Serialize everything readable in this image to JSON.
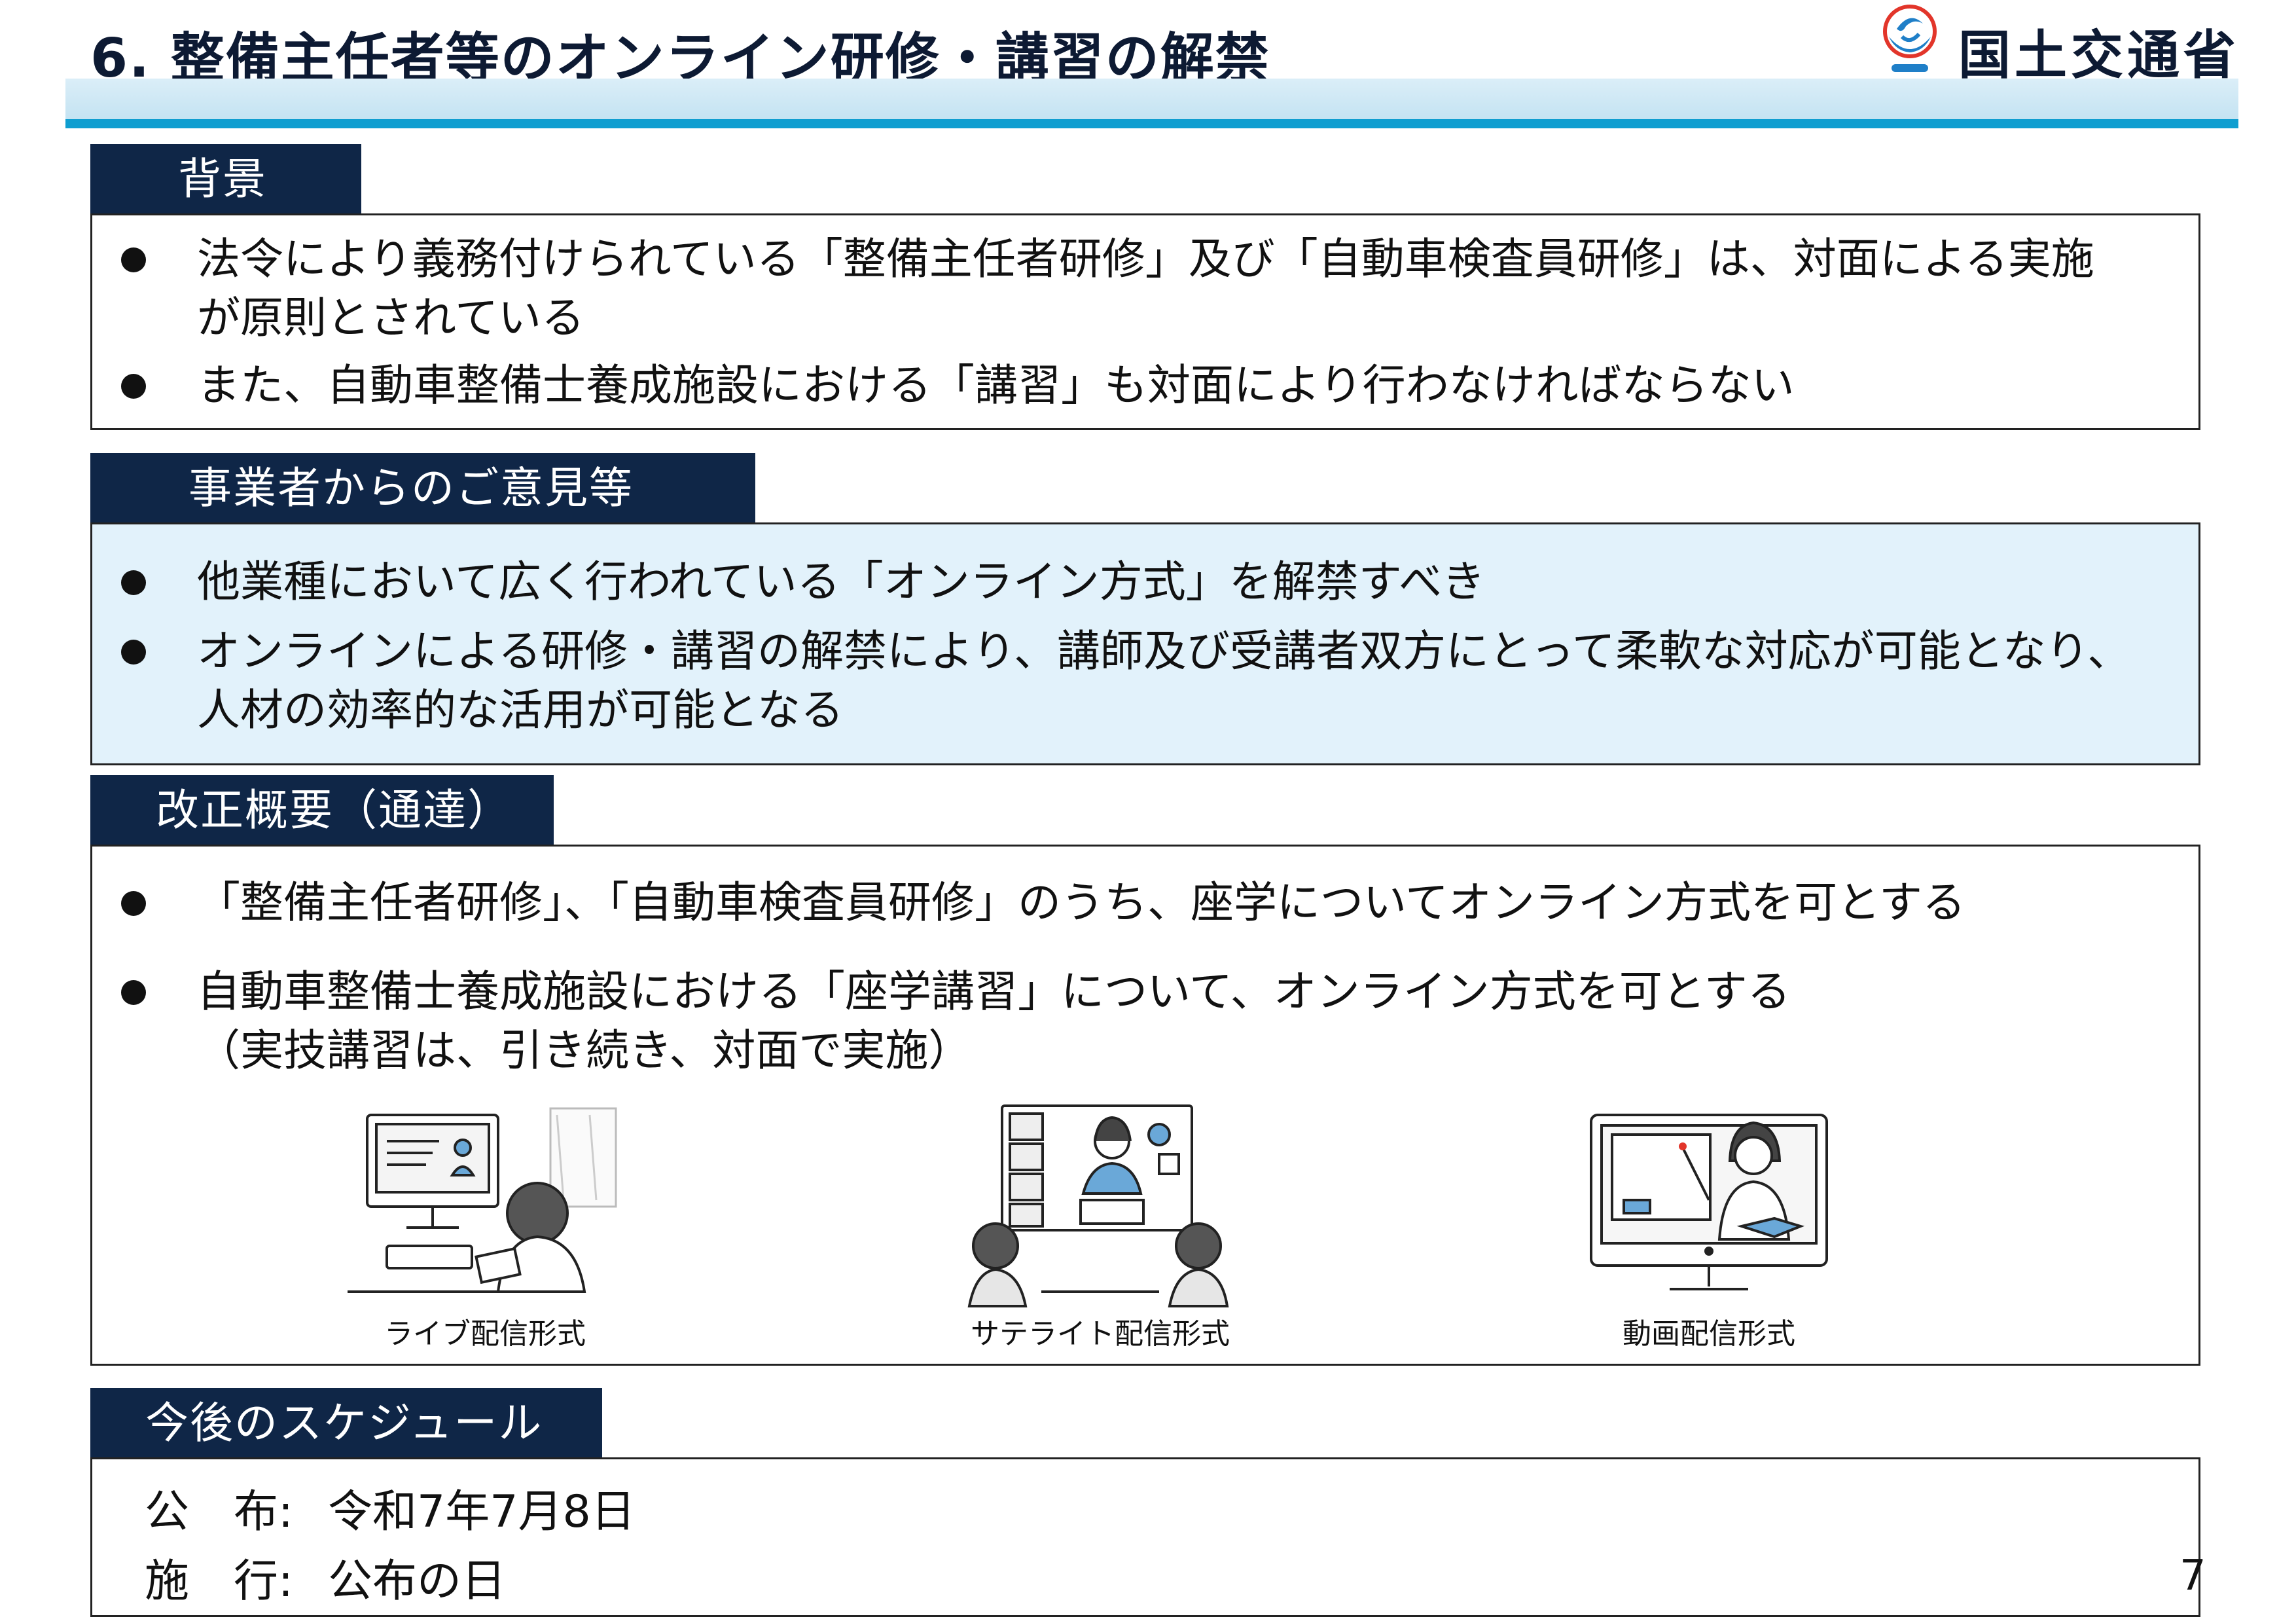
{
  "header": {
    "title": "6. 整備主任者等のオンライン研修・講習の解禁",
    "logo_text": "国土交通省",
    "logo_icon": "mlit-logo-icon"
  },
  "sections": {
    "background": {
      "label": "背景",
      "items": [
        [
          "法令により義務付けられている「整備主任者研修」及び「自動車検査員研修」は、対面による実施",
          "が原則とされている"
        ],
        [
          "また、自動車整備士養成施設における「講習」も対面により行わなければならない"
        ]
      ]
    },
    "opinions": {
      "label": "事業者からのご意見等",
      "items": [
        [
          "他業種において広く行われている「オンライン方式」を解禁すべき"
        ],
        [
          "オンラインによる研修・講習の解禁により、講師及び受講者双方にとって柔軟な対応が可能となり、",
          "人材の効率的な活用が可能となる"
        ]
      ]
    },
    "revision": {
      "label": "改正概要（通達）",
      "items": [
        [
          "「整備主任者研修」、「自動車検査員研修」のうち、座学についてオンライン方式を可とする"
        ],
        [
          "自動車整備士養成施設における「座学講習」について、オンライン方式を可とする",
          "（実技講習は、引き続き、対面で実施）"
        ]
      ],
      "illustrations": [
        {
          "caption": "ライブ配信形式",
          "icon": "live-streaming-illustration"
        },
        {
          "caption": "サテライト配信形式",
          "icon": "satellite-streaming-illustration"
        },
        {
          "caption": "動画配信形式",
          "icon": "video-streaming-illustration"
        }
      ]
    },
    "schedule": {
      "label": "今後のスケジュール",
      "rows": [
        {
          "key": "公　布:",
          "value": "令和7年7月8日"
        },
        {
          "key": "施　行:",
          "value": "公布の日"
        }
      ]
    }
  },
  "page_number": "7",
  "colors": {
    "navy": "#0f2647",
    "accent_blue": "#0f9ed0",
    "light_band": "#dbeef8",
    "opinion_box": "#e2f2fb"
  }
}
